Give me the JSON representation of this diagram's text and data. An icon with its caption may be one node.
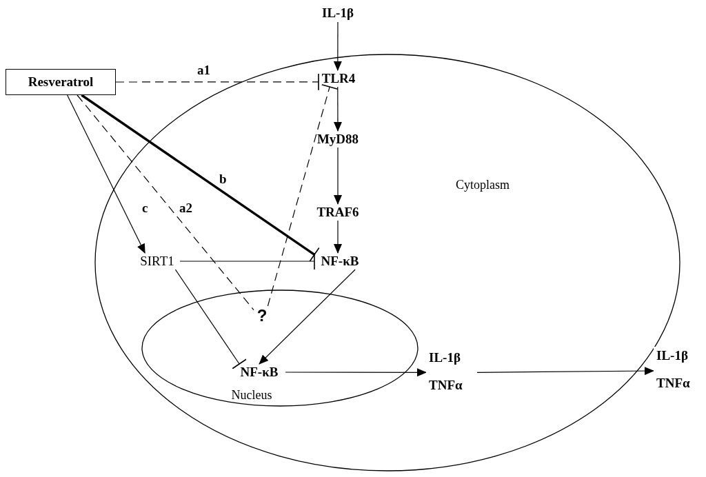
{
  "diagram": {
    "nodes": [
      {
        "text": [
          "Cytoplasm"
        ]
      },
      {
        "text": [
          "Nucleus"
        ],
        "in": 0
      },
      {
        "text": [
          "IL-1β"
        ]
      },
      {
        "text": [
          "Resveratrol"
        ]
      },
      {
        "text": [
          "TLR4"
        ],
        "in": 0
      },
      {
        "text": [
          "MyD88"
        ],
        "in": 0
      },
      {
        "text": [
          "TRAF6"
        ],
        "in": 0
      },
      {
        "text": [
          "NF-κB"
        ],
        "in": 0
      },
      {
        "text": [
          "SIRT1"
        ],
        "in": 0
      },
      {
        "text": [
          "?"
        ],
        "in": 1
      },
      {
        "text": [
          "NF-κB"
        ],
        "in": 1
      },
      {
        "text": [
          "IL-1β",
          "TNFα"
        ],
        "in": 0
      },
      {
        "text": [
          "IL-1β",
          "TNFα"
        ]
      }
    ],
    "edges": [
      {
        "from": 2,
        "to": 4,
        "arrow": "to"
      },
      {
        "from": 3,
        "to": 4,
        "arrow": "other",
        "style": "dashed",
        "label": "a1"
      },
      {
        "from": 4,
        "to": 5,
        "arrow": "to"
      },
      {
        "from": 5,
        "to": 6,
        "arrow": "to"
      },
      {
        "from": 6,
        "to": 7,
        "arrow": "to"
      },
      {
        "from": 3,
        "to": 8,
        "arrow": "to",
        "label": "c"
      },
      {
        "from": 3,
        "to": 9,
        "arrow": "none",
        "style": "dashed",
        "label": "a2"
      },
      {
        "from": 9,
        "to": 4,
        "arrow": "other",
        "style": "dashed"
      },
      {
        "from": 3,
        "to": 7,
        "arrow": "other",
        "style": "thick",
        "label": "b"
      },
      {
        "from": 8,
        "to": 7,
        "arrow": "other"
      },
      {
        "from": 8,
        "to": 10,
        "arrow": "other"
      },
      {
        "from": 7,
        "to": 10,
        "arrow": "to"
      },
      {
        "from": 10,
        "to": 11,
        "arrow": "to"
      },
      {
        "from": 11,
        "to": 12,
        "arrow": "to"
      }
    ]
  }
}
